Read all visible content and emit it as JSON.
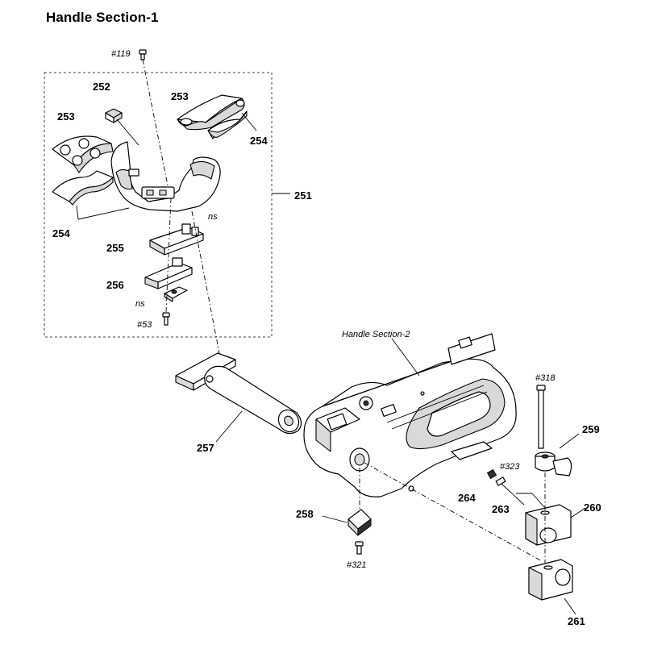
{
  "title": "Handle Section-1",
  "callouts": {
    "p251": "251",
    "p252": "252",
    "p253a": "253",
    "p253b": "253",
    "p254a": "254",
    "p254b": "254",
    "p255": "255",
    "p256": "256",
    "p257": "257",
    "p258": "258",
    "p259": "259",
    "p260": "260",
    "p261": "261",
    "p263": "263",
    "p264": "264"
  },
  "references": {
    "s119": "#119",
    "s53": "#53",
    "s318": "#318",
    "s323": "#323",
    "s321": "#321",
    "ns1": "ns",
    "ns2": "ns",
    "handle2": "Handle Section-2"
  }
}
